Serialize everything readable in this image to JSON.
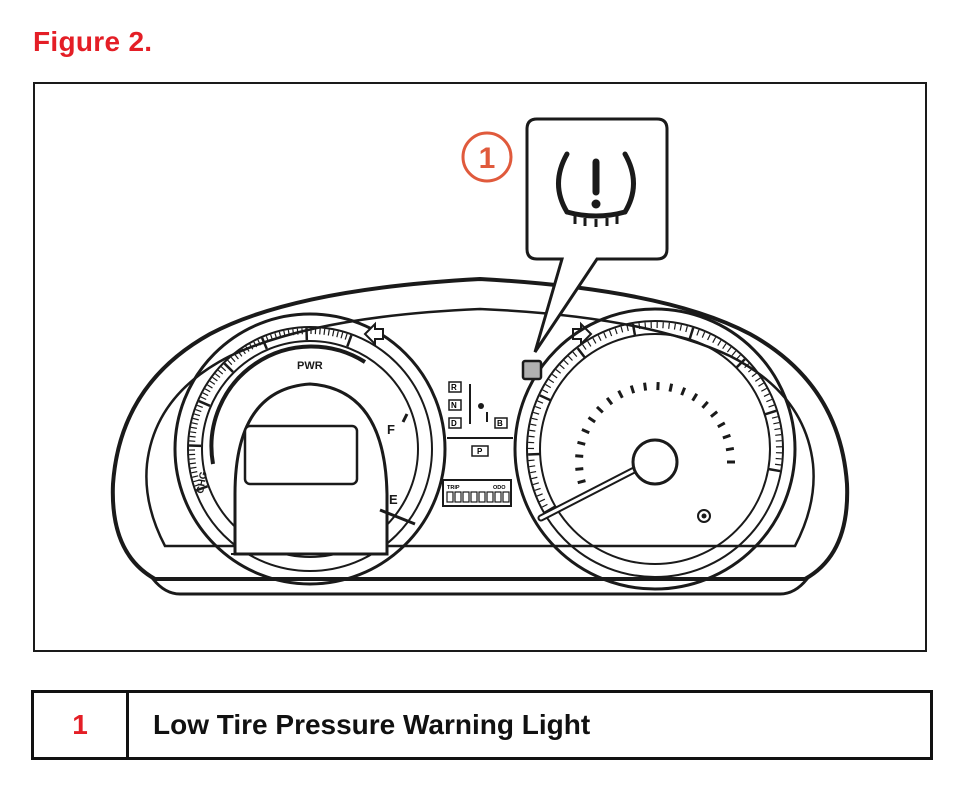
{
  "figure": {
    "title": "Figure 2."
  },
  "callout": {
    "number": "1"
  },
  "cluster": {
    "gear_labels": [
      "R",
      "N",
      "D",
      "B",
      "P"
    ],
    "fuel_full": "F",
    "fuel_empty": "E",
    "gauge_chg": "CHG",
    "gauge_pwr": "PWR",
    "odo_labels": [
      "TRIP",
      "ODO"
    ]
  },
  "legend": [
    {
      "number": "1",
      "description": "Low Tire Pressure Warning Light"
    }
  ],
  "colors": {
    "accent_red": "#e41e26",
    "callout_orange": "#e05a3c",
    "line": "#1a1a1a"
  }
}
